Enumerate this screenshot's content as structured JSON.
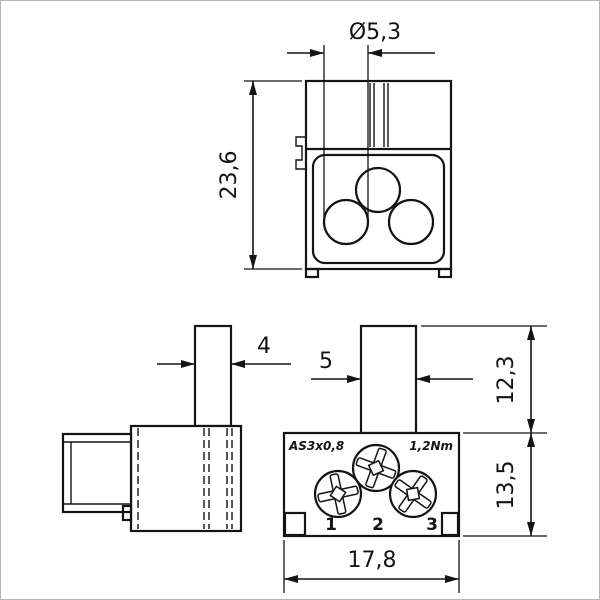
{
  "drawing": {
    "background": "#ffffff",
    "line_color": "#141414",
    "labels": {
      "dia": "Ø5,3",
      "height": "23,6",
      "stem_side": "4",
      "stem_front": "5",
      "upper_height": "12,3",
      "lower_height": "13,5",
      "width": "17,8"
    },
    "markings": {
      "left": "AS3x0,8",
      "right": "1,2Nm"
    },
    "terminals": [
      "1",
      "2",
      "3"
    ]
  }
}
